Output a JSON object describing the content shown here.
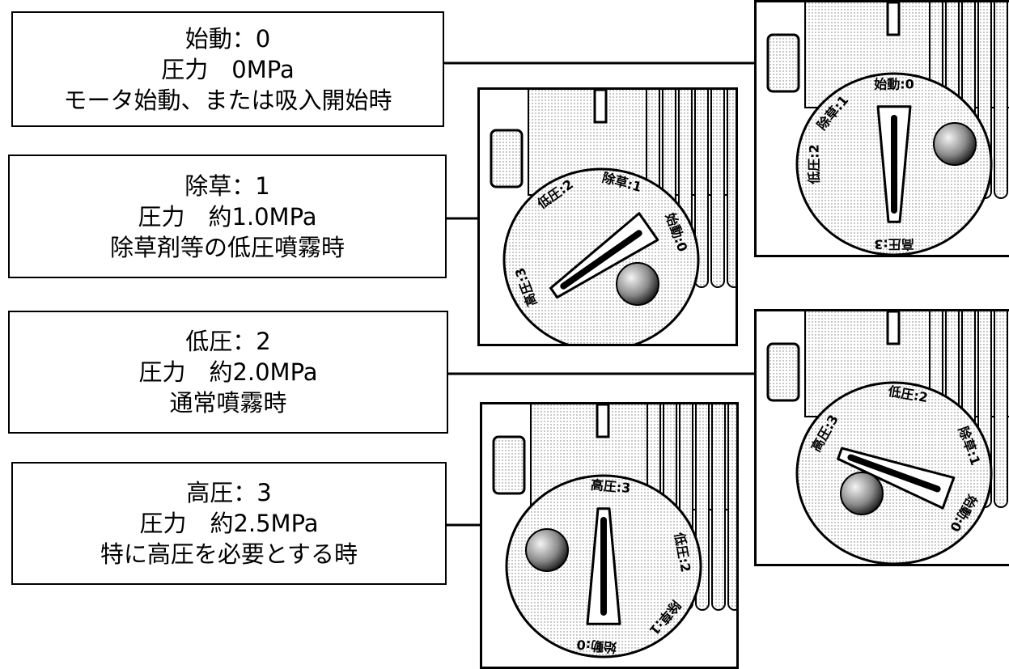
{
  "modes": [
    {
      "title": "始動：0",
      "pressure": "圧力　0MPa",
      "usage": "モータ始動、または吸入開始時"
    },
    {
      "title": "除草：1",
      "pressure": "圧力　約1.0MPa",
      "usage": "除草剤等の低圧噴霧時"
    },
    {
      "title": "低圧：2",
      "pressure": "圧力　約2.0MPa",
      "usage": "通常噴霧時"
    },
    {
      "title": "高圧：3",
      "pressure": "圧力　約2.5MPa",
      "usage": "特に高圧を必要とする時"
    }
  ],
  "dial_labels": {
    "start": "始動:0",
    "weed": "除草:1",
    "low": "低圧:2",
    "high": "高圧:3"
  }
}
